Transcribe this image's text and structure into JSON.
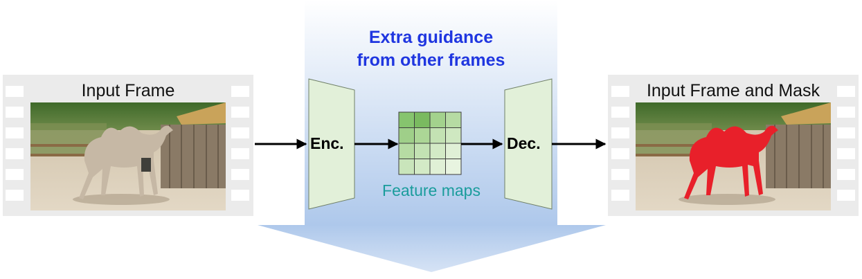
{
  "guidance": {
    "line1": "Extra guidance",
    "line2": "from other frames",
    "color": "#1f36e0"
  },
  "input_frame": {
    "title": "Input Frame"
  },
  "output_frame": {
    "title": "Input Frame and Mask"
  },
  "encoder": {
    "label": "Enc."
  },
  "decoder": {
    "label": "Dec."
  },
  "feature_maps": {
    "label": "Feature maps",
    "label_color": "#1a9c9c",
    "grid_colors": [
      [
        "#86c46e",
        "#7aba60",
        "#a3d28d",
        "#b6dba3"
      ],
      [
        "#9fcf89",
        "#acd696",
        "#c3e2b3",
        "#cfe8c1"
      ],
      [
        "#b6dba3",
        "#c3e2b3",
        "#d3eac6",
        "#e0f0d6"
      ],
      [
        "#c9e5bb",
        "#d3eac6",
        "#e0f0d6",
        "#e8f4e0"
      ]
    ]
  },
  "colors": {
    "block_fill": "#e2f0d9",
    "mask": "#e8202a",
    "banner_top": "#ffffff",
    "banner_bottom": "#a9c4e9"
  }
}
